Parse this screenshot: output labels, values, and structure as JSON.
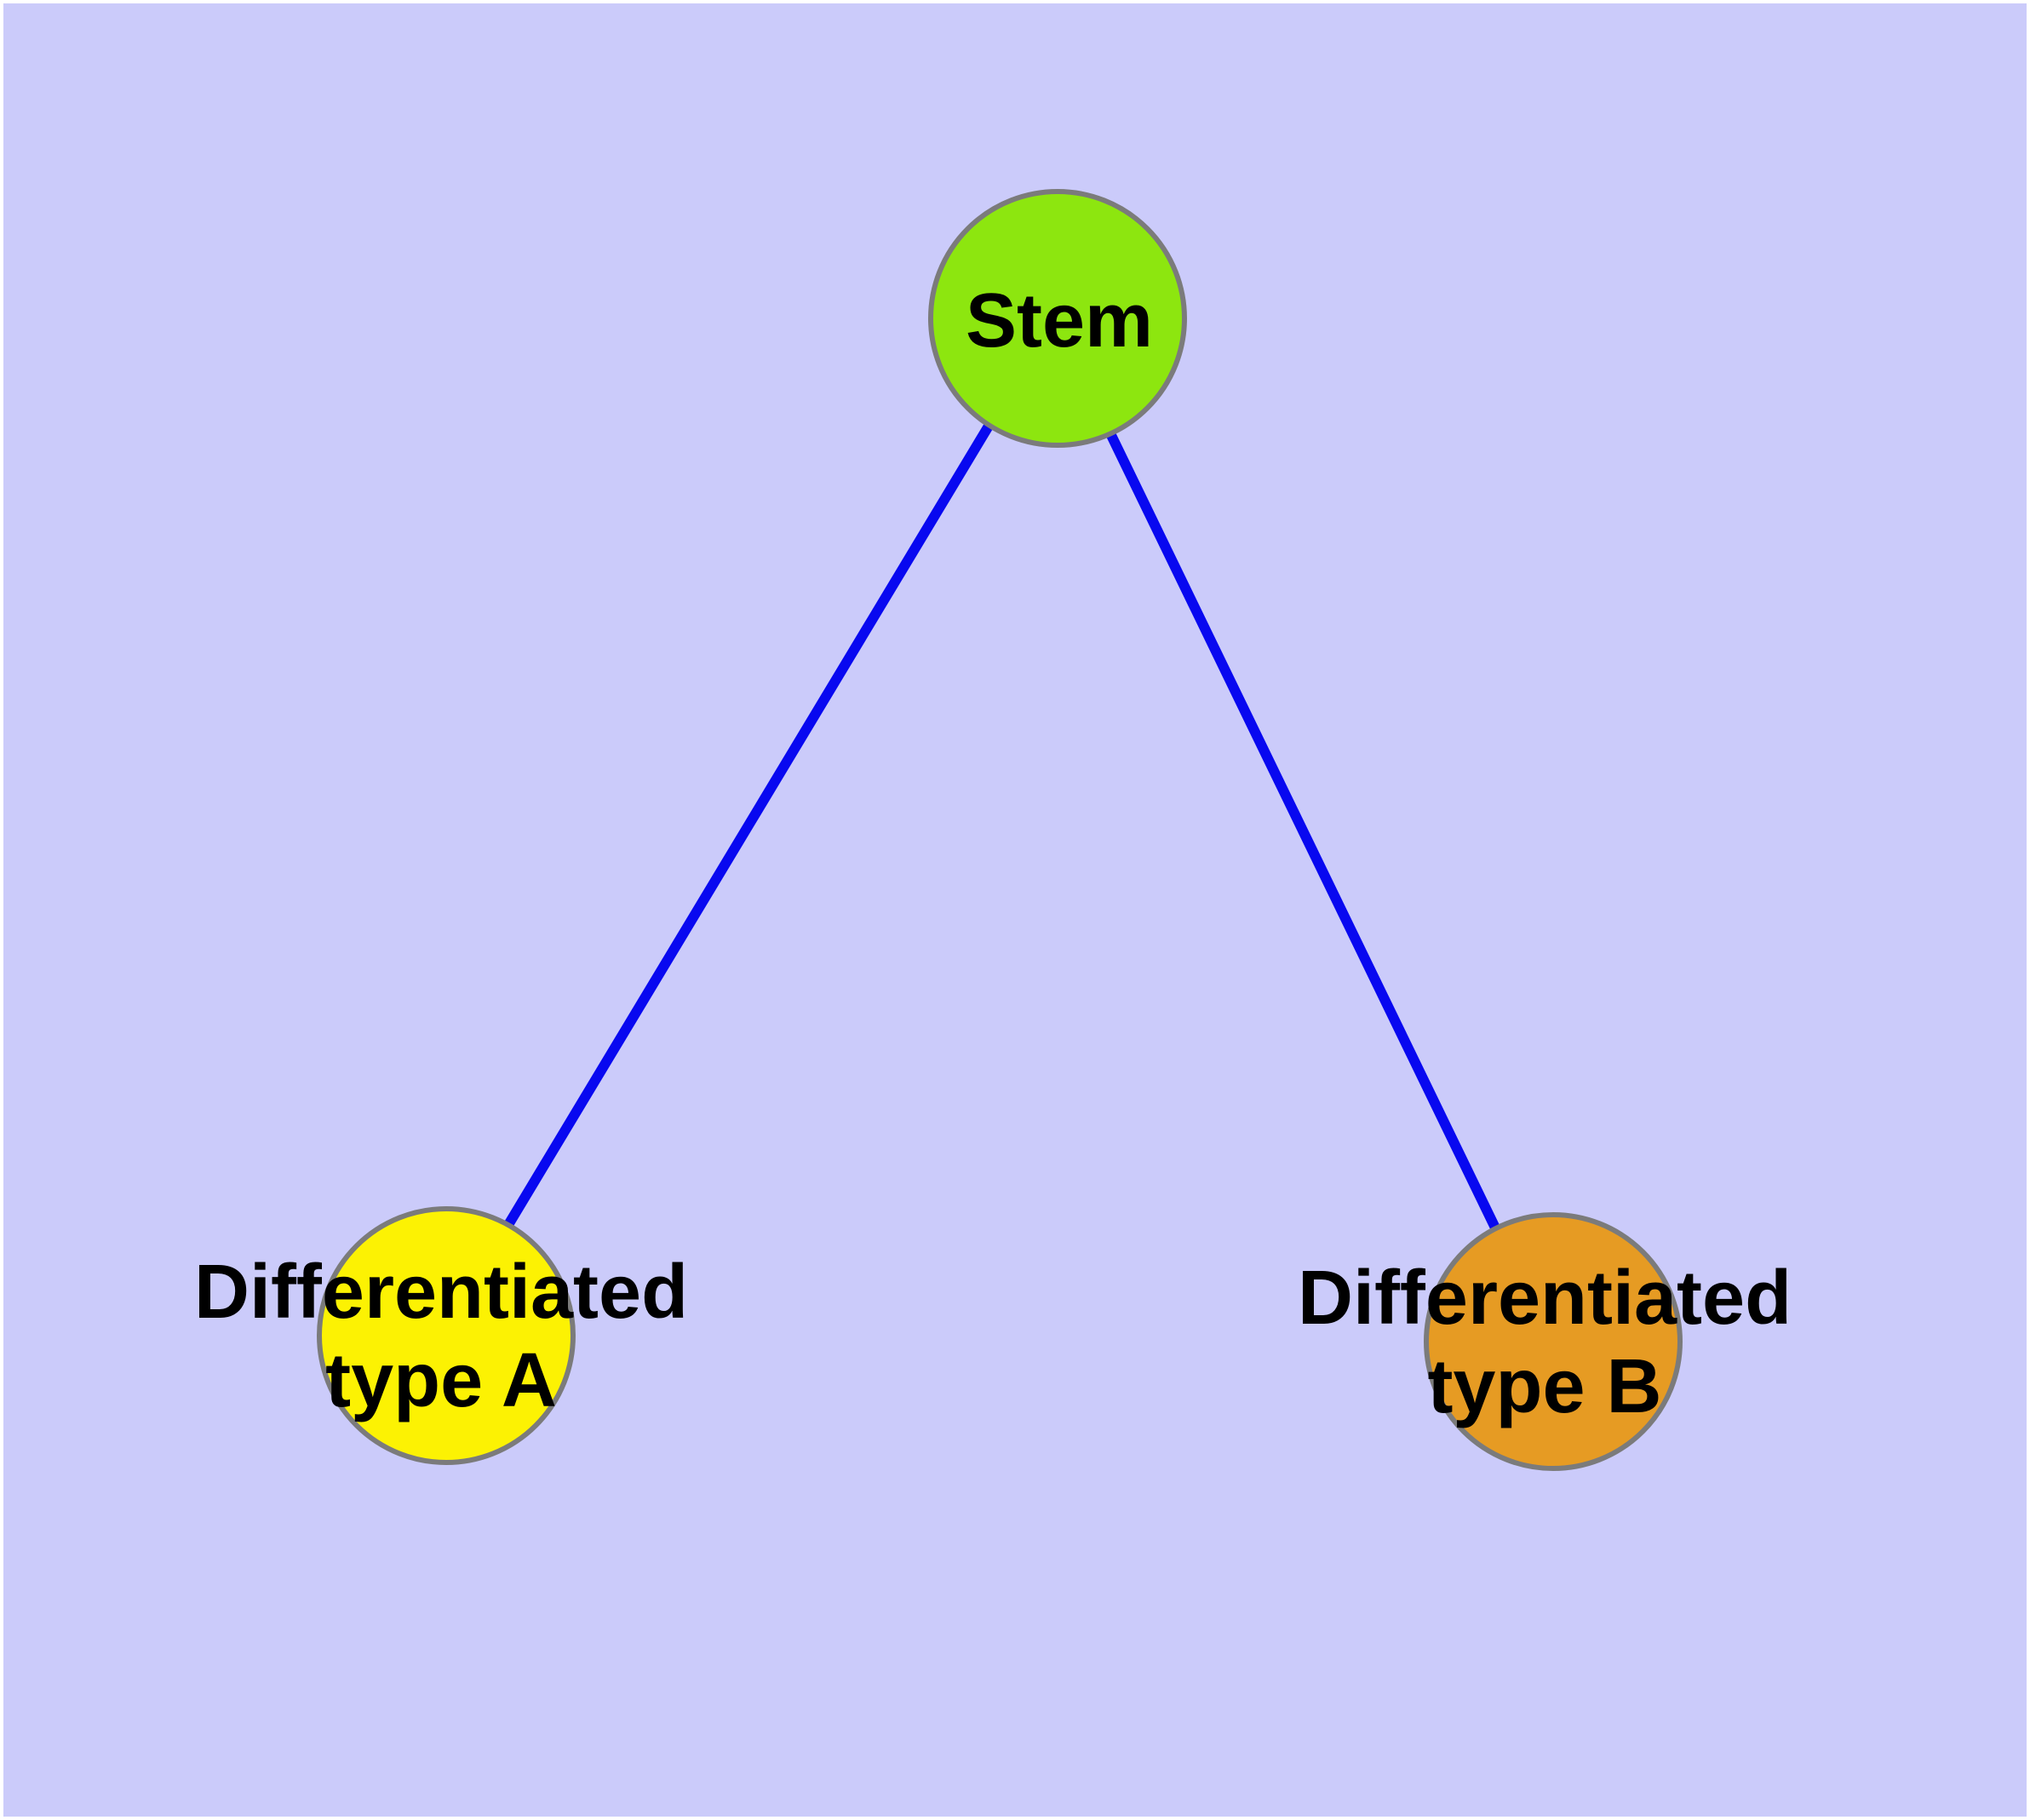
{
  "diagram": {
    "colors": {
      "background": "#CBCBFA",
      "frame": "#FFFFFF",
      "edge": "#0808F0",
      "node_border": "#7B7B7B",
      "label_text": "#000000"
    },
    "nodes": [
      {
        "id": "stem",
        "label": "Stem",
        "fill": "#8DE60F"
      },
      {
        "id": "type-a",
        "label_line1": "Differentiated",
        "label_line2": "type A",
        "fill": "#FCF203"
      },
      {
        "id": "type-b",
        "label_line1": "Differentiated",
        "label_line2": "type B",
        "fill": "#E69B23"
      }
    ],
    "edges": [
      {
        "from": "Stem",
        "to": "Differentiated type A"
      },
      {
        "from": "Stem",
        "to": "Differentiated type B"
      }
    ]
  }
}
